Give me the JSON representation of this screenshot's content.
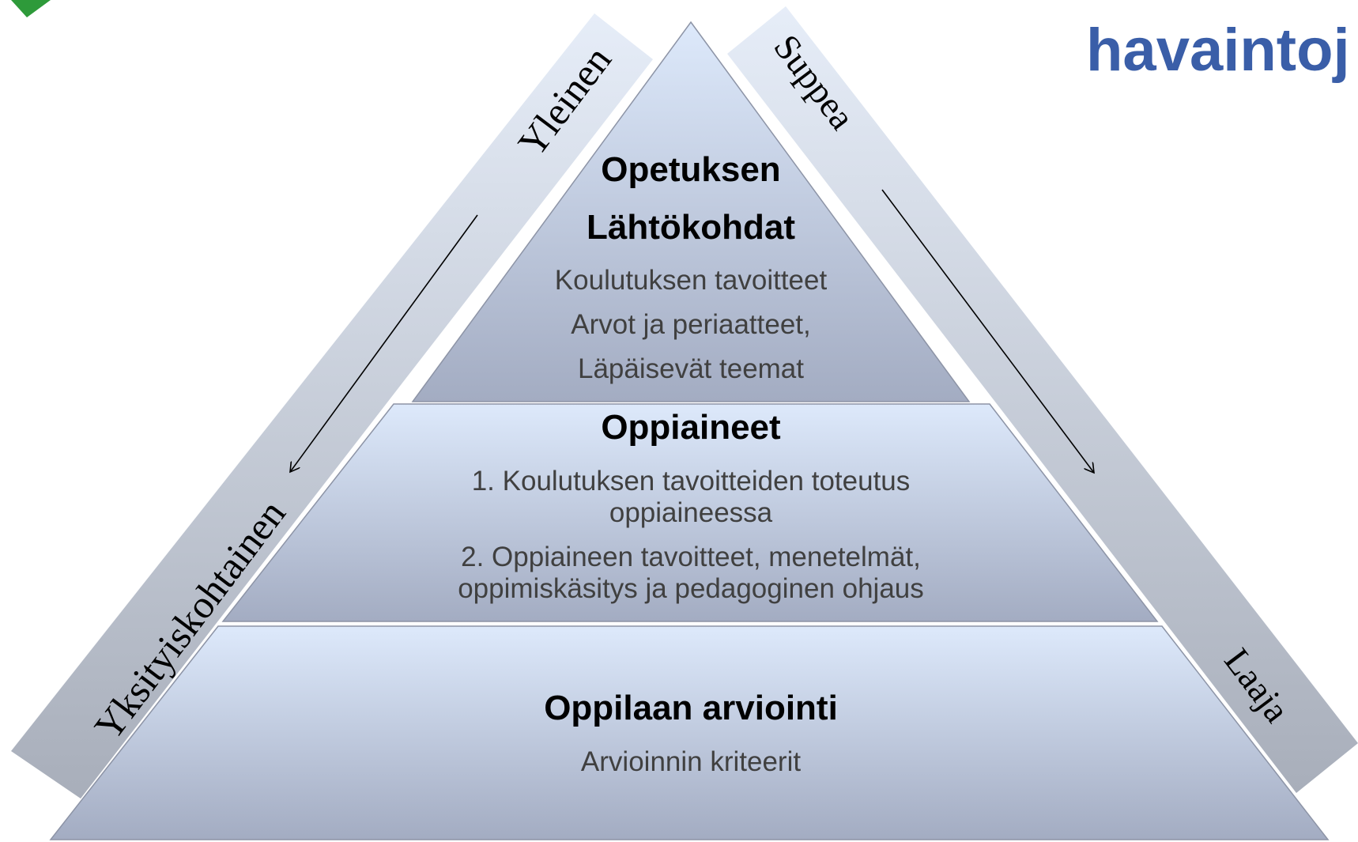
{
  "header": {
    "title": "havaintoj"
  },
  "pyramid": {
    "top": {
      "heading1": "Opetuksen",
      "heading2": "Lähtökohdat",
      "items": [
        "Koulutuksen tavoitteet",
        "Arvot ja periaatteet,",
        "Läpäisevät teemat"
      ]
    },
    "middle": {
      "heading": "Oppiaineet",
      "item1_line1": "1. Koulutuksen tavoitteiden toteutus",
      "item1_line2": "oppiaineessa",
      "item2_line1": "2. Oppiaineen tavoitteet, menetelmät,",
      "item2_line2": "oppimiskäsitys ja pedagoginen ohjaus"
    },
    "bottom": {
      "heading": "Oppilaan arviointi",
      "item": "Arvioinnin kriteerit"
    }
  },
  "sides": {
    "left_top": "Yleinen",
    "left_bottom": "Yksityiskohtainen",
    "right_top": "Suppea",
    "right_bottom": "Laaja"
  },
  "colors": {
    "title": "#3a5ea8",
    "tier_light": "#dbe8fb",
    "tier_dark": "#a4adc3",
    "band_light": "#e4ebf6",
    "band_dark": "#a9afbb"
  }
}
